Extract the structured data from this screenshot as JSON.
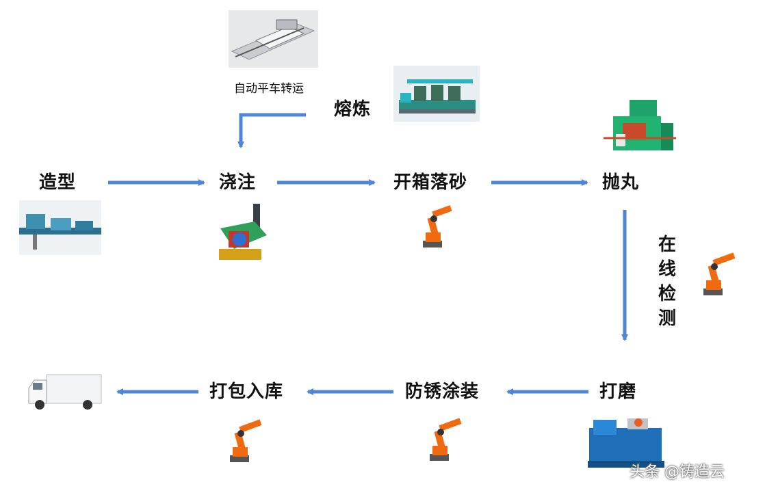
{
  "steps": {
    "molding": "造型",
    "pouring": "浇注",
    "shakeout": "开箱落砂",
    "shotblast": "抛丸",
    "grinding": "打磨",
    "painting": "防锈涂装",
    "packing": "打包入库",
    "smelting": "熔炼",
    "transfer": "自动平车转运"
  },
  "inspection": [
    "在",
    "线",
    "检",
    "测"
  ],
  "watermark": "头条 @铸造云",
  "colors": {
    "arrow": "#4f86d4",
    "robot": "#f06a10",
    "machine": "#1f9a6a"
  }
}
